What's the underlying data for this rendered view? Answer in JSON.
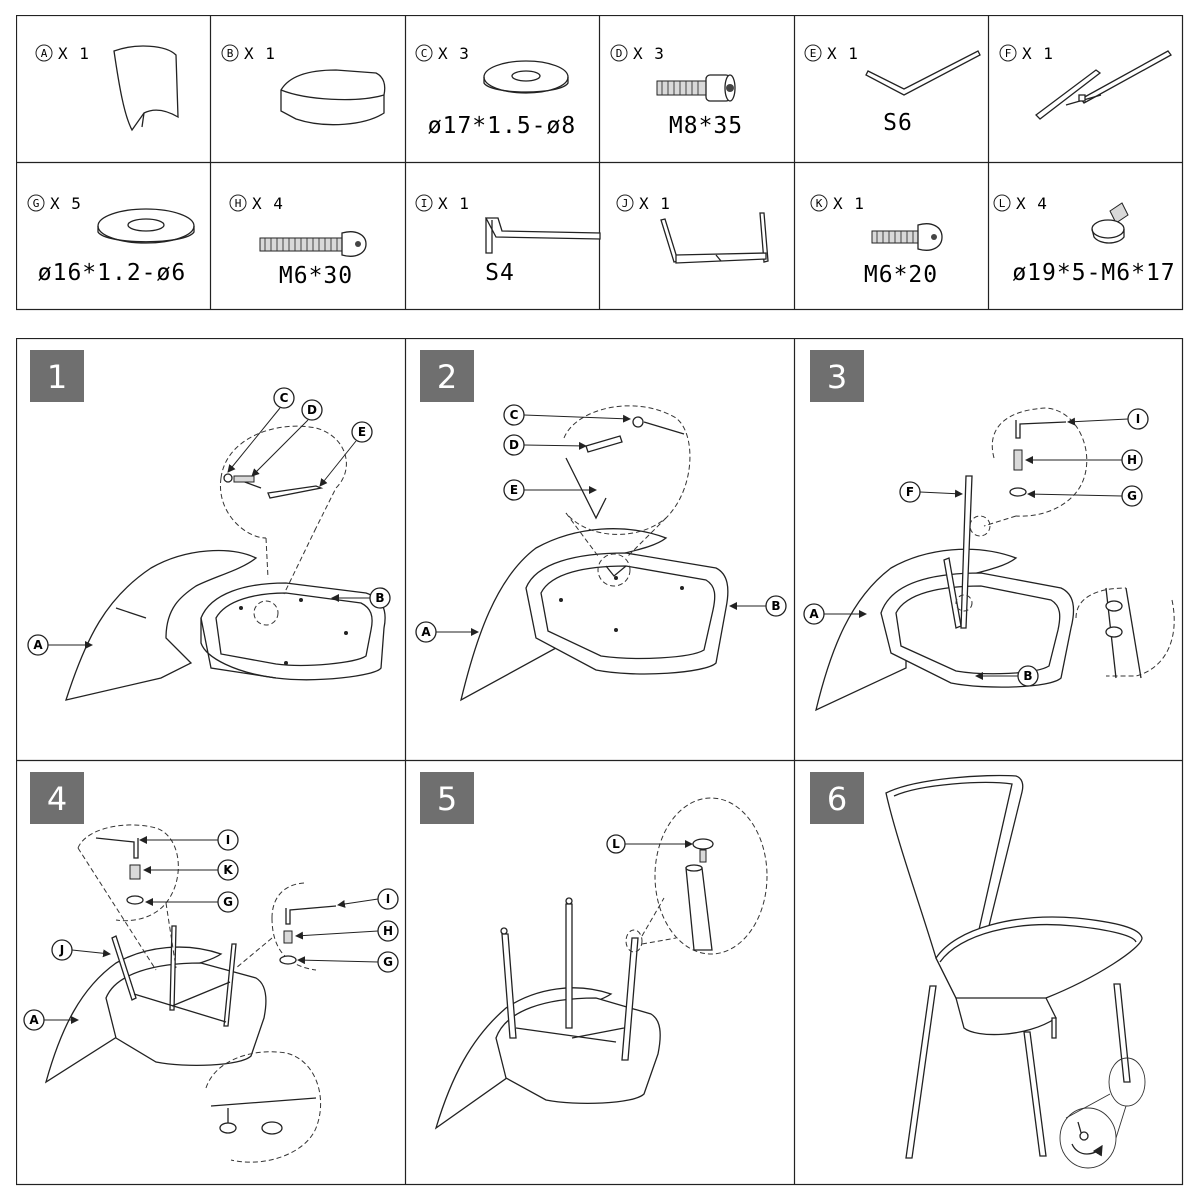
{
  "parts": [
    {
      "letter": "A",
      "qty": "X 1",
      "spec": "",
      "icon": "backrest-icon"
    },
    {
      "letter": "B",
      "qty": "X 1",
      "spec": "",
      "icon": "seat-cushion-icon"
    },
    {
      "letter": "C",
      "qty": "X 3",
      "spec": "ø17*1.5-ø8",
      "icon": "washer-icon"
    },
    {
      "letter": "D",
      "qty": "X 3",
      "spec": "M8*35",
      "icon": "socket-bolt-icon"
    },
    {
      "letter": "E",
      "qty": "X 1",
      "spec": "S6",
      "icon": "allen-key-icon"
    },
    {
      "letter": "F",
      "qty": "X 1",
      "spec": "",
      "icon": "leg-pair-icon"
    },
    {
      "letter": "G",
      "qty": "X 5",
      "spec": "ø16*1.2-ø6",
      "icon": "washer-icon"
    },
    {
      "letter": "H",
      "qty": "X 4",
      "spec": "M6*30",
      "icon": "bolt-icon"
    },
    {
      "letter": "I",
      "qty": "X 1",
      "spec": "S4",
      "icon": "allen-key-icon"
    },
    {
      "letter": "J",
      "qty": "X 1",
      "spec": "",
      "icon": "leg-frame-icon"
    },
    {
      "letter": "K",
      "qty": "X 1",
      "spec": "M6*20",
      "icon": "bolt-icon"
    },
    {
      "letter": "L",
      "qty": "X 4",
      "spec": "ø19*5-M6*17",
      "icon": "glide-foot-icon"
    }
  ],
  "steps": [
    {
      "number": "1",
      "callouts": [
        "C",
        "D",
        "E",
        "A",
        "B"
      ]
    },
    {
      "number": "2",
      "callouts": [
        "C",
        "D",
        "E",
        "A",
        "B"
      ]
    },
    {
      "number": "3",
      "callouts": [
        "I",
        "H",
        "G",
        "F",
        "A",
        "B"
      ]
    },
    {
      "number": "4",
      "callouts": [
        "I",
        "K",
        "G",
        "I",
        "H",
        "G",
        "J",
        "A"
      ]
    },
    {
      "number": "5",
      "callouts": [
        "L"
      ]
    },
    {
      "number": "6",
      "callouts": []
    }
  ]
}
